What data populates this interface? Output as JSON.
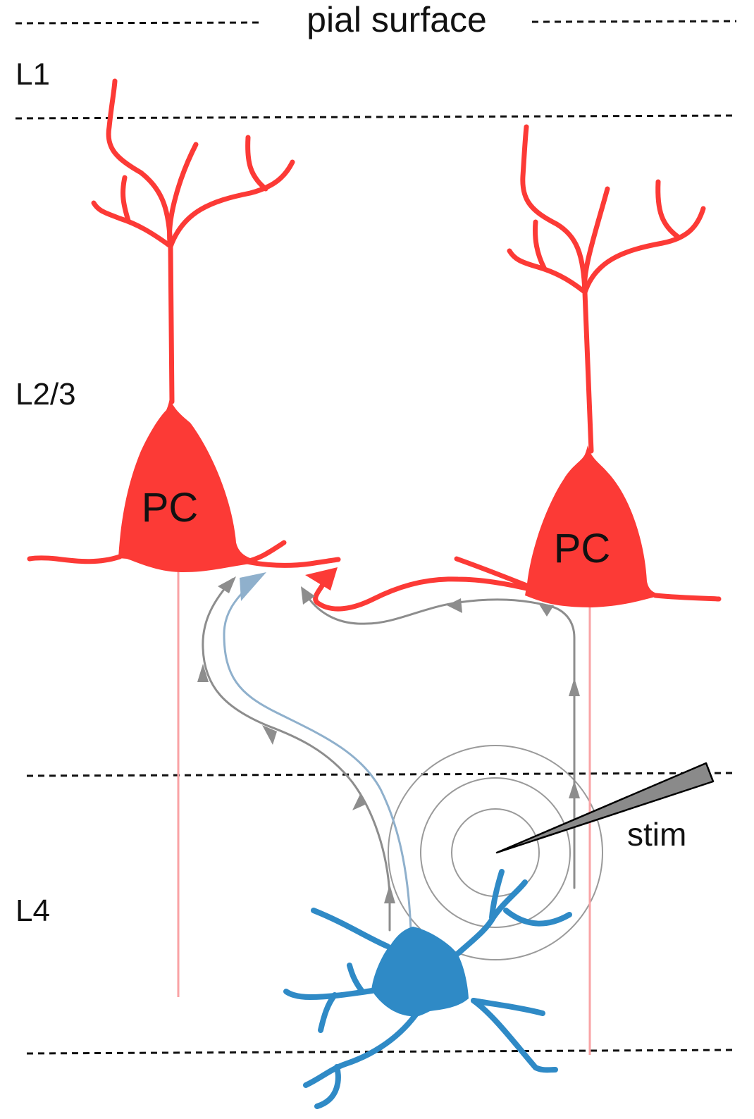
{
  "figure": {
    "title": "pial surface",
    "layers": [
      {
        "label": "L1"
      },
      {
        "label": "L2/3"
      },
      {
        "label": "L4"
      }
    ],
    "cells": [
      {
        "label": "PC",
        "type": "pyramidal cell",
        "layer": "L2/3",
        "position": "left"
      },
      {
        "label": "PC",
        "type": "pyramidal cell",
        "layer": "L2/3",
        "position": "right"
      },
      {
        "label": "",
        "type": "stellate cell",
        "layer": "L4"
      }
    ],
    "stimulus_label": "stim",
    "colors": {
      "pyramidal": "#fc3a36",
      "pyramidal_axon": "#f9a3a5",
      "l4_cell": "#2f8ac6",
      "l4_axon": "#8fb0cc",
      "signal_path": "#8d8d8d",
      "layer_boundary": "#111111"
    }
  }
}
